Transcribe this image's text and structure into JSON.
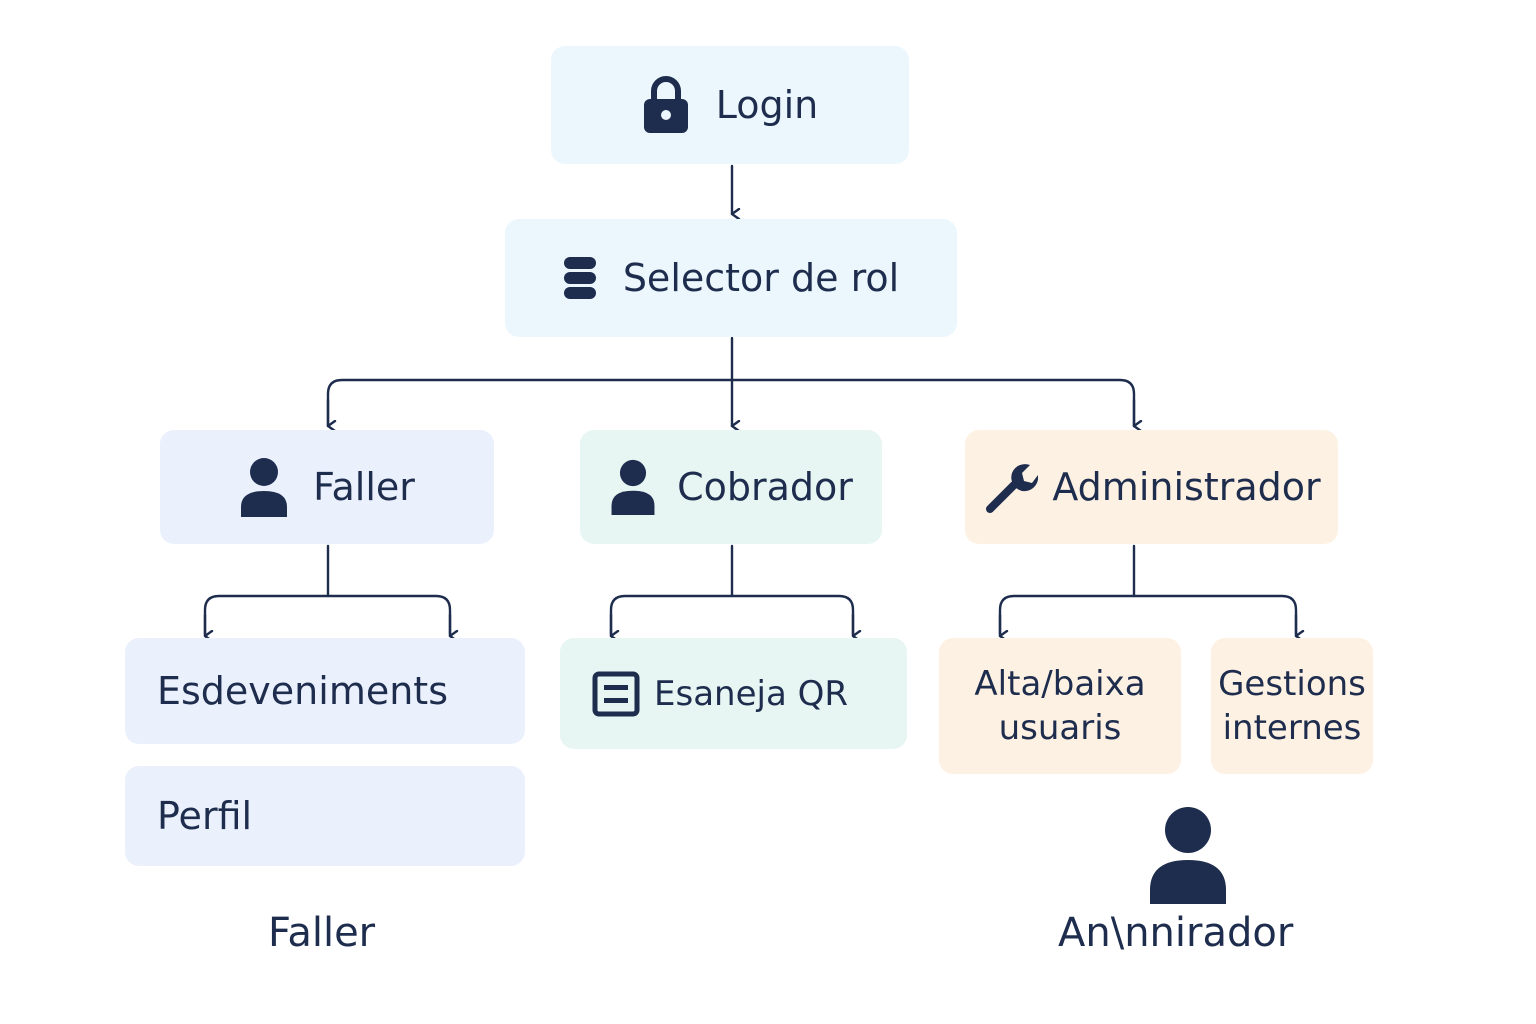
{
  "colors": {
    "ink": "#1e2d4d",
    "login_bg": "#ecf7fd",
    "faller_bg": "#eaf0fc",
    "cobrador_bg": "#e7f5f3",
    "admin_bg": "#fdf1e3"
  },
  "nodes": {
    "login": {
      "label": "Login",
      "icon": "lock-icon"
    },
    "selector": {
      "label": "Selector de rol",
      "icon": "stack-icon"
    },
    "faller": {
      "label": "Faller",
      "icon": "person-icon"
    },
    "cobrador": {
      "label": "Cobrador",
      "icon": "person-icon"
    },
    "administrador": {
      "label": "Administrador",
      "icon": "wrench-icon"
    },
    "esdeveniments": {
      "label": "Esdeveniments"
    },
    "perfil": {
      "label": "Perfil"
    },
    "escaneja_qr": {
      "label": "Esaneja QR",
      "icon": "qr-scan-icon"
    },
    "alta_baixa": {
      "line1": "Alta/baixa",
      "line2": "usuaris"
    },
    "gestions": {
      "line1": "Gestions",
      "line2": "internes"
    }
  },
  "captions": {
    "faller": "Faller",
    "admin": "An\\nnirador",
    "admin_icon": "person-icon"
  }
}
